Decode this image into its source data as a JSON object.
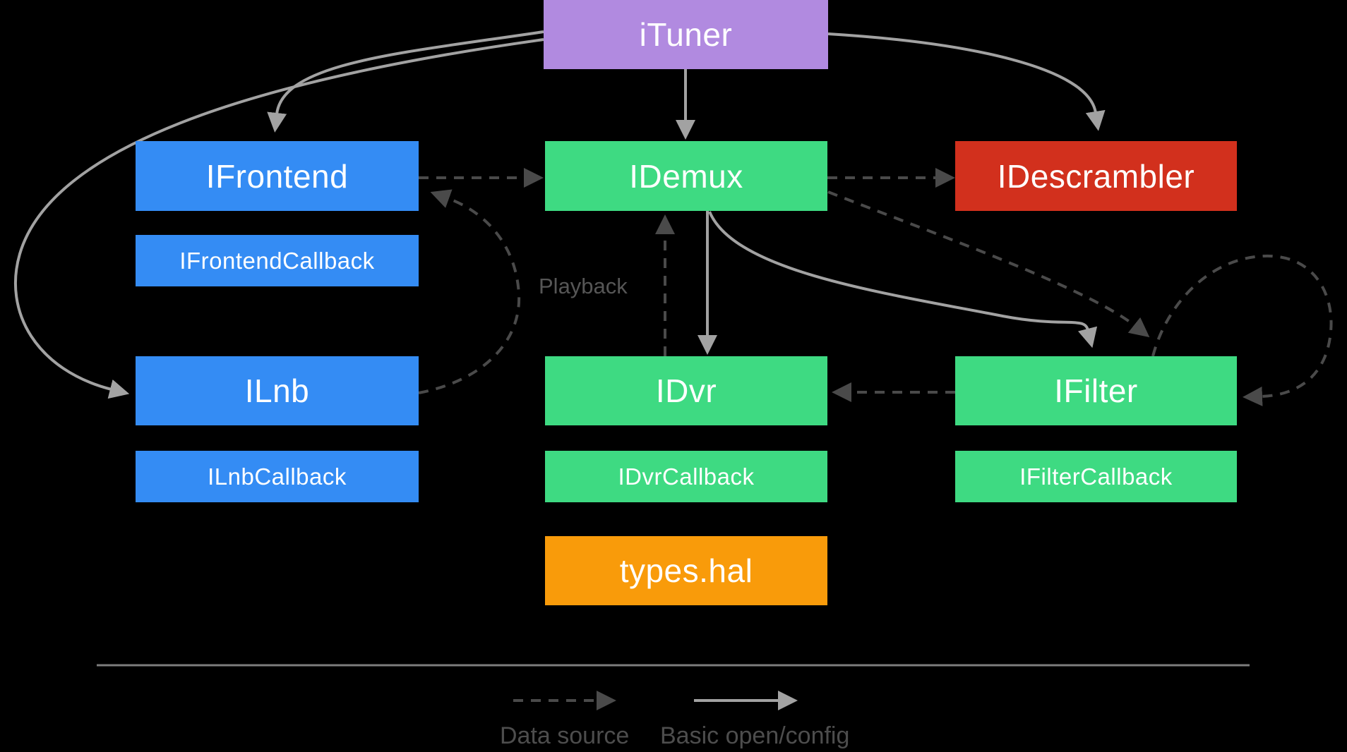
{
  "nodes": {
    "ituner": {
      "label": "iTuner"
    },
    "ifrontend": {
      "label": "IFrontend"
    },
    "idemux": {
      "label": "IDemux"
    },
    "idescrambler": {
      "label": "IDescrambler"
    },
    "ifrontend_callback": {
      "label": "IFrontendCallback"
    },
    "ilnb": {
      "label": "ILnb"
    },
    "idvr": {
      "label": "IDvr"
    },
    "ifilter": {
      "label": "IFilter"
    },
    "ilnb_callback": {
      "label": "ILnbCallback"
    },
    "idvr_callback": {
      "label": "IDvrCallback"
    },
    "ifilter_callback": {
      "label": "IFilterCallback"
    },
    "types_hal": {
      "label": "types.hal"
    }
  },
  "annotations": {
    "playback": "Playback"
  },
  "legend": {
    "data_source": "Data source",
    "basic_open_config": "Basic open/config"
  },
  "edges": [
    {
      "from": "ituner",
      "to": "idemux",
      "style": "solid",
      "meaning": "basic open/config"
    },
    {
      "from": "ituner",
      "to": "ifrontend",
      "style": "solid",
      "meaning": "basic open/config"
    },
    {
      "from": "ituner",
      "to": "ilnb",
      "style": "solid",
      "meaning": "basic open/config"
    },
    {
      "from": "ituner",
      "to": "idescrambler",
      "style": "solid",
      "meaning": "basic open/config"
    },
    {
      "from": "idemux",
      "to": "idvr",
      "style": "solid",
      "meaning": "basic open/config"
    },
    {
      "from": "idemux",
      "to": "ifilter",
      "style": "solid",
      "meaning": "basic open/config"
    },
    {
      "from": "ifrontend",
      "to": "idemux",
      "style": "dashed",
      "meaning": "data source"
    },
    {
      "from": "idemux",
      "to": "idescrambler",
      "style": "dashed",
      "meaning": "data source"
    },
    {
      "from": "ilnb",
      "to": "ifrontend",
      "style": "dashed",
      "meaning": "data source"
    },
    {
      "from": "idvr",
      "to": "idemux",
      "style": "dashed",
      "meaning": "data source (Playback)"
    },
    {
      "from": "idemux",
      "to": "ifilter",
      "style": "dashed",
      "meaning": "data source"
    },
    {
      "from": "ifilter",
      "to": "idvr",
      "style": "dashed",
      "meaning": "data source"
    },
    {
      "from": "ifilter",
      "to": "ifilter",
      "style": "dashed",
      "meaning": "data source (self loop)"
    }
  ],
  "colors": {
    "background": "#000000",
    "purple": "#B18AE0",
    "blue": "#348CF4",
    "green": "#3EDA82",
    "red": "#D2301D",
    "orange": "#F99B0A",
    "box_text": "#FFFFFF",
    "solid_arrow": "#A2A2A2",
    "dashed_arrow": "#4A4A4A",
    "playback_text": "#565656",
    "legend_text": "#4D4D4D",
    "divider": "#7D7D7D"
  }
}
